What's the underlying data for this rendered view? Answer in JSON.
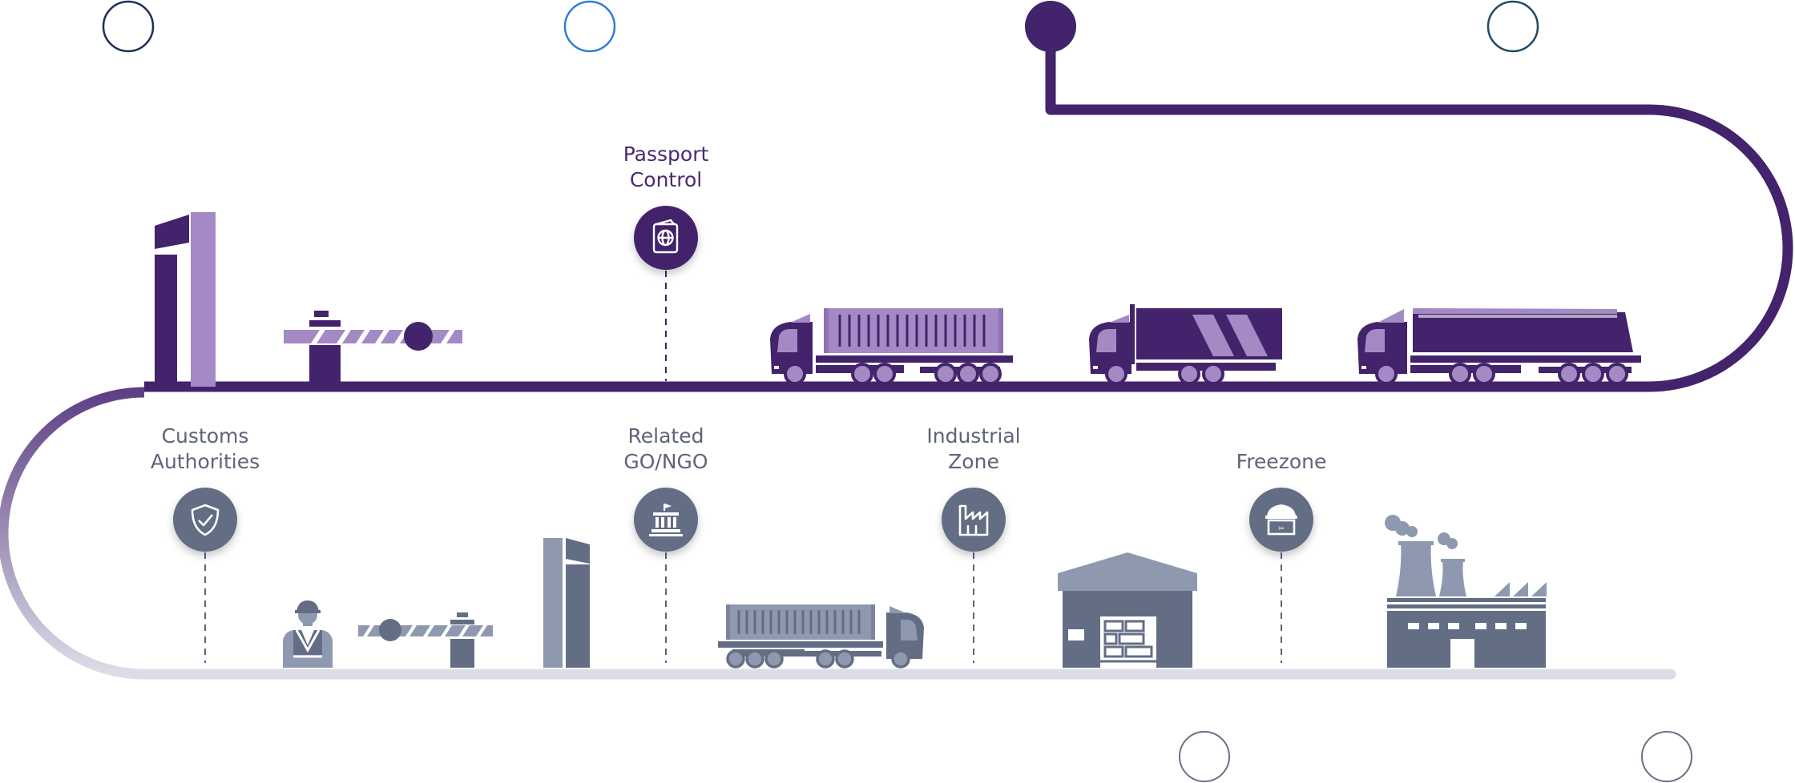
{
  "colors": {
    "purple_dark": "#43236b",
    "purple_light": "#a48ac4",
    "slate_dark": "#636d84",
    "slate_light": "#8e99b0",
    "track_light": "#dcdee7",
    "ring_navy": "#1d2d5a",
    "ring_blue": "#2c7fd6",
    "ring_teal": "#1f4a64",
    "ring_gray": "#6a7084"
  },
  "upper_labels": {
    "passport_l1": "Passport",
    "passport_l2": "Control"
  },
  "lower_labels": {
    "customs_l1": "Customs",
    "customs_l2": "Authorities",
    "related_l1": "Related",
    "related_l2": "GO/NGO",
    "industrial_l1": "Industrial",
    "industrial_l2": "Zone",
    "freezone_l1": "Freezone"
  },
  "icons": {
    "passport": "passport-globe-icon",
    "customs": "shield-check-icon",
    "related": "government-building-icon",
    "industrial": "factory-icon",
    "freezone": "shop-awning-icon"
  }
}
